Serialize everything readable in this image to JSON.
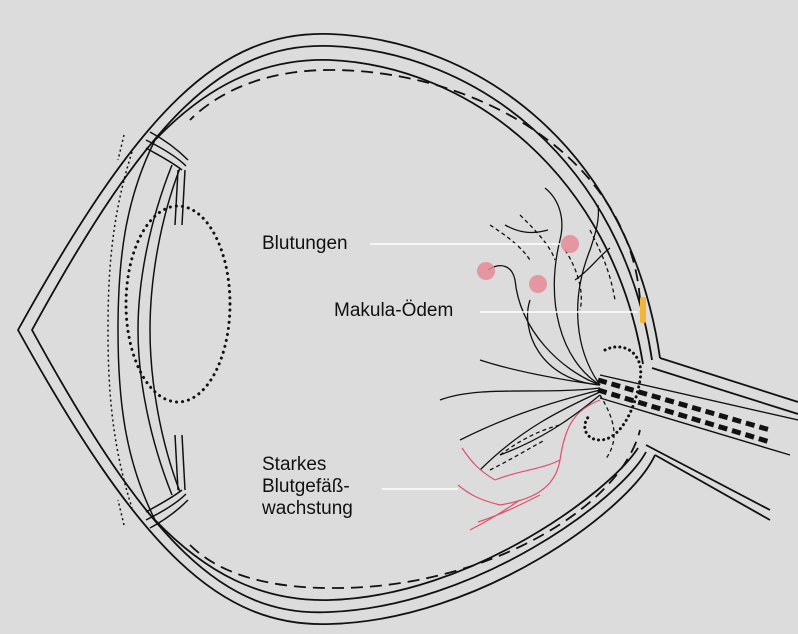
{
  "labels": {
    "blutungen": "Blutungen",
    "makula_oedem": "Makula-Ödem",
    "starkes_line1": "Starkes",
    "starkes_line2": "Blutgefäß-",
    "starkes_line3": "wachstung"
  },
  "colors": {
    "background": "#dcdcdc",
    "outline": "#111111",
    "hemorrhage": "#e58a96",
    "macula": "#f2b535",
    "new_vessels": "#e0506a"
  }
}
